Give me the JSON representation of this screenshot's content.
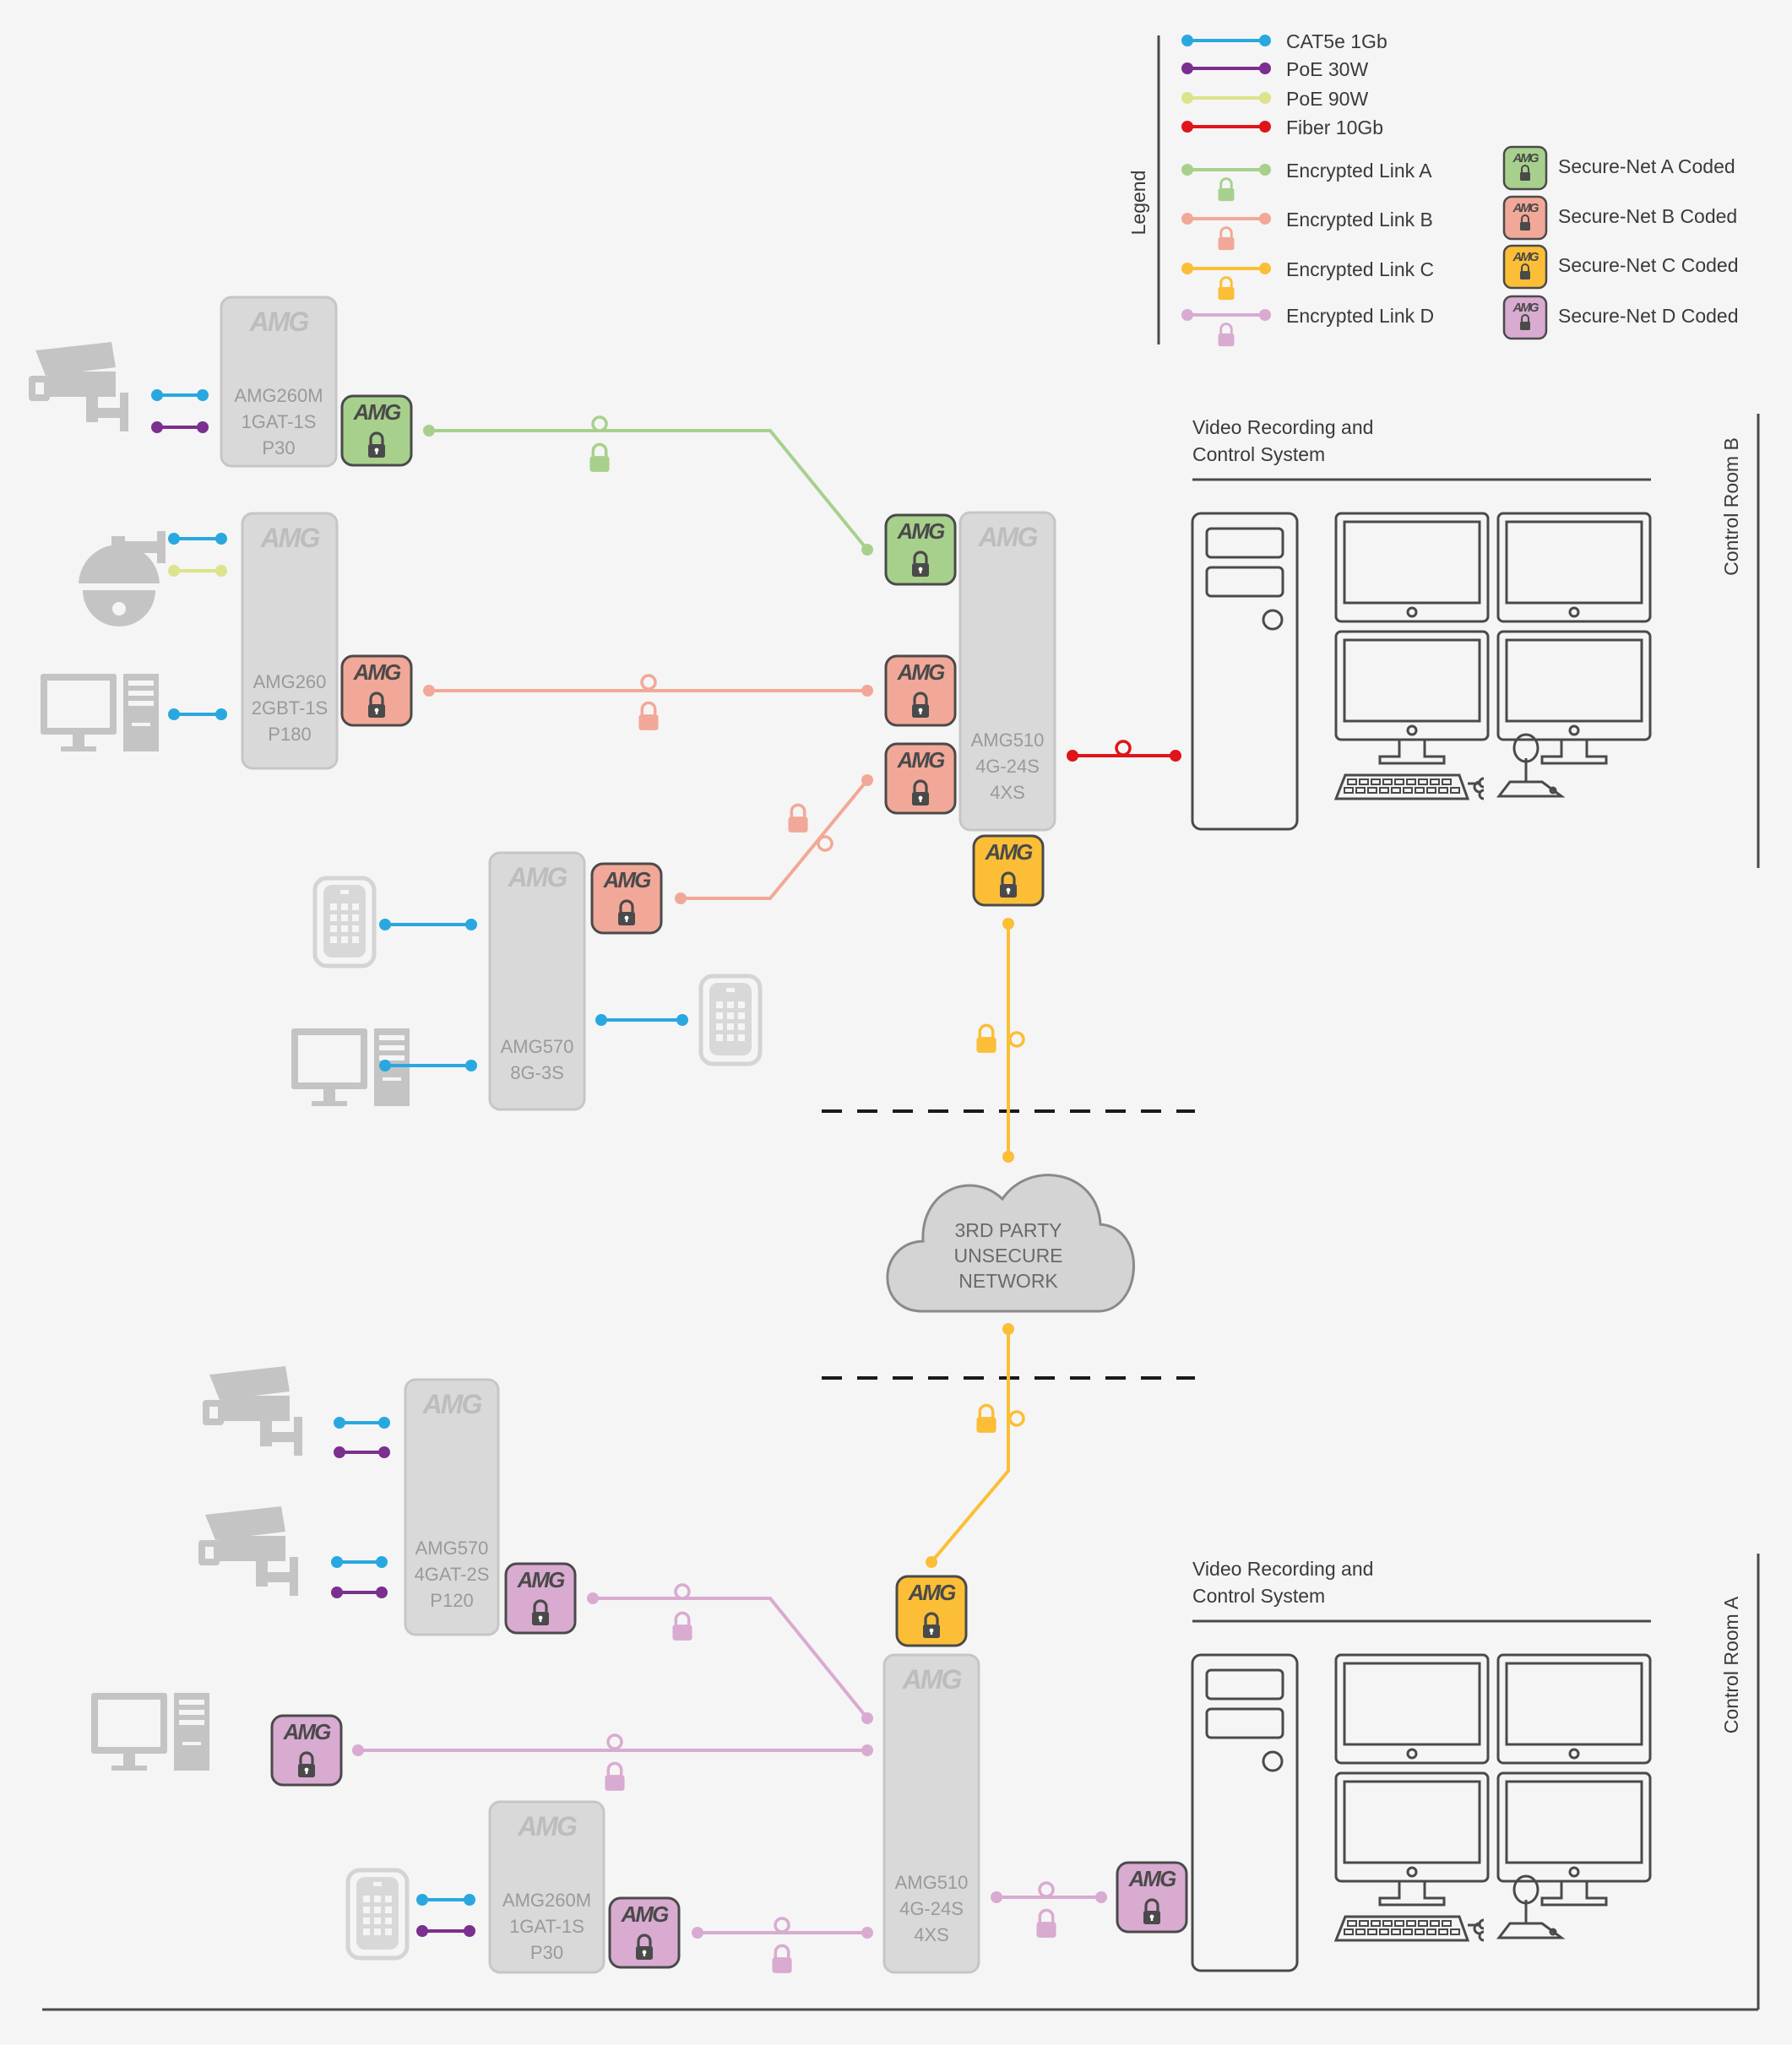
{
  "legend": {
    "title": "Legend",
    "lines": [
      {
        "label": "CAT5e 1Gb",
        "color": "#29a8e0"
      },
      {
        "label": "PoE 30W",
        "color": "#7b2f8e"
      },
      {
        "label": "PoE 90W",
        "color": "#dde38a"
      },
      {
        "label": "Fiber 10Gb",
        "color": "#e0141b"
      }
    ],
    "encrypted": [
      {
        "label": "Encrypted Link A",
        "color": "#a8d08d"
      },
      {
        "label": "Encrypted Link B",
        "color": "#f2a898"
      },
      {
        "label": "Encrypted Link C",
        "color": "#fbbe36"
      },
      {
        "label": "Encrypted Link D",
        "color": "#d9abd1"
      }
    ],
    "securenet": [
      {
        "label": "Secure-Net A Coded",
        "fill": "#a8d08d"
      },
      {
        "label": "Secure-Net B Coded",
        "fill": "#f2a898"
      },
      {
        "label": "Secure-Net C Coded",
        "fill": "#fbbe36"
      },
      {
        "label": "Secure-Net D Coded",
        "fill": "#d9abd1"
      }
    ]
  },
  "brand": "AMG",
  "rooms": {
    "b": {
      "title": "Control Room B",
      "vrs_line1": "Video Recording and",
      "vrs_line2": "Control System"
    },
    "a": {
      "title": "Control Room A",
      "vrs_line1": "Video Recording and",
      "vrs_line2": "Control System"
    }
  },
  "devices": {
    "b_sw1": [
      "AMG260M",
      "1GAT-1S",
      "P30"
    ],
    "b_sw2": [
      "AMG260",
      "2GBT-1S",
      "P180"
    ],
    "b_sw3": [
      "AMG570",
      "8G-3S"
    ],
    "b_core": [
      "AMG510",
      "4G-24S",
      "4XS"
    ],
    "a_sw1": [
      "AMG570",
      "4GAT-2S",
      "P120"
    ],
    "a_sw2": [
      "AMG260M",
      "1GAT-1S",
      "P30"
    ],
    "a_core": [
      "AMG510",
      "4G-24S",
      "4XS"
    ]
  },
  "cloud": [
    "3RD PARTY",
    "UNSECURE",
    "NETWORK"
  ]
}
